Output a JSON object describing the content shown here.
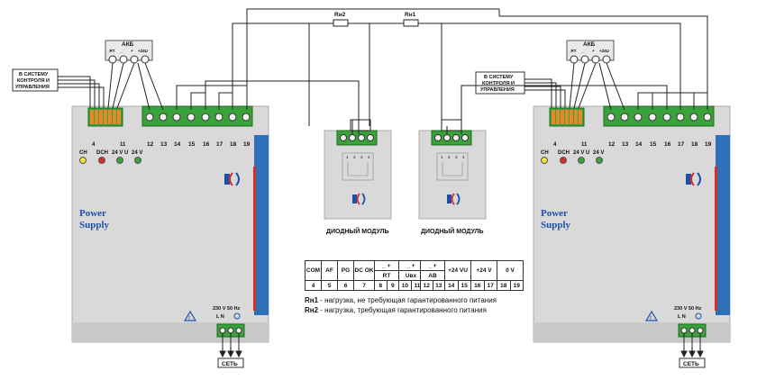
{
  "colors": {
    "housing": "#d9d9d9",
    "housing_dark": "#c4c4c4",
    "blue_bar": "#2f6fb6",
    "red_bar": "#d92b2b",
    "terminal_green": "#3aa23a",
    "wire": "#222222",
    "power_supply_text": "#1d4fa8"
  },
  "left_supply": {
    "akb_label": "АКБ",
    "akb_pins": [
      "_RT",
      "_",
      "+",
      "+24U"
    ],
    "pin4_label": "4",
    "pin11_label": "11",
    "terminal_numbers": [
      "12",
      "13",
      "14",
      "15",
      "16",
      "17",
      "18",
      "19"
    ],
    "leds": [
      "СН",
      "DCH",
      "24 V U",
      "24 V"
    ],
    "title_line1": "Power",
    "title_line2": "Supply",
    "mains_label": "230 V  50 Hz",
    "mains_pins": "L  N",
    "mains_connector_label": "СЕТЬ",
    "system_box": [
      "В СИСТЕМУ",
      "КОНТРОЛЯ И",
      "УПРАВЛЕНИЯ"
    ]
  },
  "right_supply": {
    "akb_label": "АКБ",
    "akb_pins": [
      "_RT",
      "_",
      "+",
      "+24U"
    ],
    "pin4_label": "4",
    "pin11_label": "11",
    "terminal_numbers": [
      "12",
      "13",
      "14",
      "15",
      "16",
      "17",
      "18",
      "19"
    ],
    "leds": [
      "СН",
      "DCH",
      "24 V U",
      "24 V"
    ],
    "title_line1": "Power",
    "title_line2": "Supply",
    "mains_label": "230 V  50 Hz",
    "mains_pins": "L  N",
    "mains_connector_label": "СЕТЬ",
    "system_box": [
      "В СИСТЕМУ",
      "КОНТРОЛЯ И",
      "УПРАВЛЕНИЯ"
    ]
  },
  "loads": {
    "rn2": "Rн2",
    "rn1": "Rн1"
  },
  "diode_modules": {
    "label": "ДИОДНЫЙ МОДУЛЬ",
    "pins": [
      "1",
      "2",
      "3",
      "4"
    ]
  },
  "terminal_table_left": {
    "top": [
      "COM",
      "AF",
      "PG",
      "DC OK",
      "_ +",
      "_ +"
    ],
    "sub": [
      "",
      "",
      "",
      "",
      "RT",
      "Uвх"
    ],
    "bottom": [
      "4",
      "5",
      "6",
      "7",
      "8",
      "9",
      "10",
      "11"
    ]
  },
  "terminal_table_right": {
    "top": [
      "_ +",
      "+24 VU",
      "+24 V",
      "0 V"
    ],
    "sub": [
      "АВ",
      "",
      "",
      ""
    ],
    "bottom": [
      "12",
      "13",
      "14",
      "15",
      "16",
      "17",
      "18",
      "19"
    ]
  },
  "legend": {
    "line1_key": "Rн1",
    "line1_text": " - нагрузка, не требующая гарантированного питания",
    "line2_key": "Rн2",
    "line2_text": " - нагрузка, требующая гарантированного питания"
  }
}
